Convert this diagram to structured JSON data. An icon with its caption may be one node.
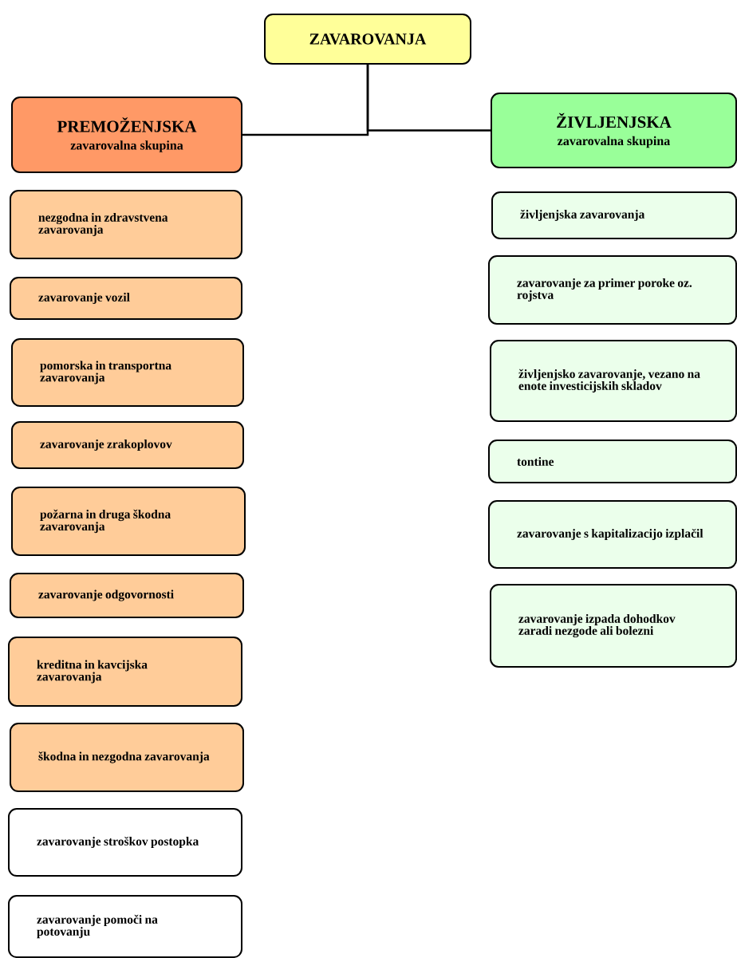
{
  "diagram": {
    "nodes": [
      {
        "text": [
          "ZAVAROVANJA"
        ]
      },
      {
        "text": [
          "PREMOŽENJSKA",
          "zavarovalna skupina"
        ]
      },
      {
        "text": [
          "ŽIVLJENJSKA",
          "zavarovalna skupina"
        ]
      },
      {
        "text": [
          "nezgodna in zdravstvena zavarovanja"
        ]
      },
      {
        "text": [
          "zavarovanje vozil"
        ]
      },
      {
        "text": [
          "pomorska in transportna zavarovanja"
        ]
      },
      {
        "text": [
          "zavarovanje zrakoplovov"
        ]
      },
      {
        "text": [
          "požarna in druga škodna zavarovanja"
        ]
      },
      {
        "text": [
          "zavarovanje odgovornosti"
        ]
      },
      {
        "text": [
          "kreditna in kavcijska zavarovanja"
        ]
      },
      {
        "text": [
          "škodna in nezgodna zavarovanja"
        ]
      },
      {
        "text": [
          "zavarovanje stroškov postopka"
        ]
      },
      {
        "text": [
          "zavarovanje pomoči na potovanju"
        ]
      },
      {
        "text": [
          "življenjska zavarovanja"
        ]
      },
      {
        "text": [
          "zavarovanje za primer poroke oz. rojstva"
        ]
      },
      {
        "text": [
          "življenjsko zavarovanje, vezano na enote investicijskih skladov"
        ]
      },
      {
        "text": [
          "tontine"
        ]
      },
      {
        "text": [
          "zavarovanje s kapitalizacijo izplačil"
        ]
      },
      {
        "text": [
          "zavarovanje izpada dohodkov zaradi nezgode ali bolezni"
        ]
      }
    ],
    "edges": [
      {
        "from": 0,
        "to": 1,
        "arrow": "none"
      },
      {
        "from": 0,
        "to": 2,
        "arrow": "none"
      }
    ]
  }
}
